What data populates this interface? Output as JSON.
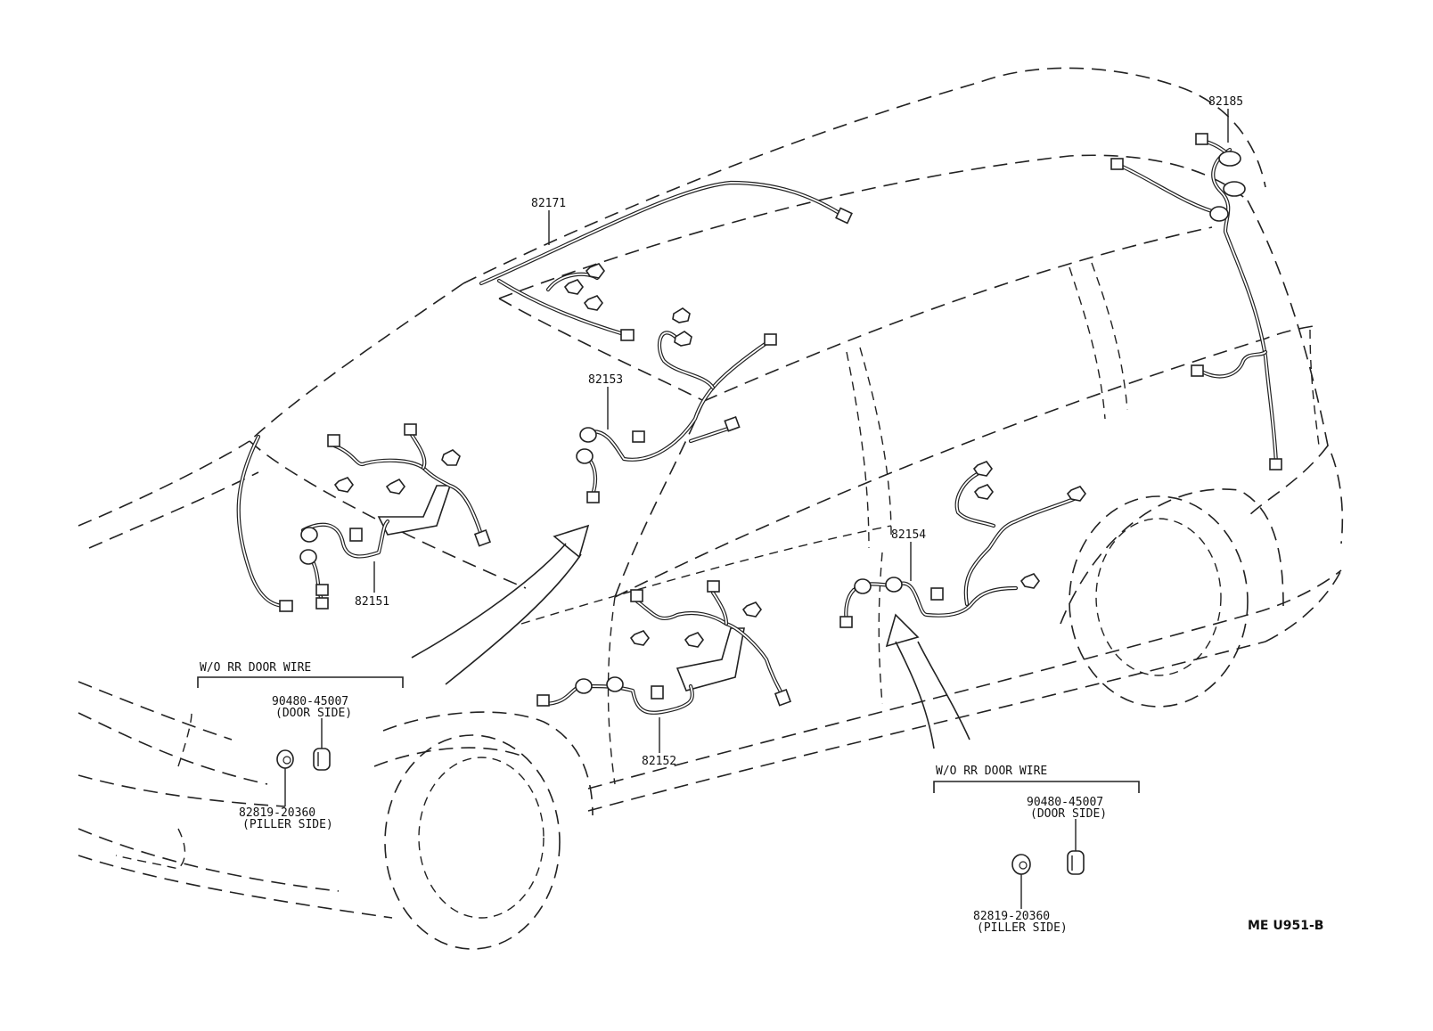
{
  "parts": {
    "p82171": "82171",
    "p82185": "82185",
    "p82153": "82153",
    "p82151": "82151",
    "p82152": "82152",
    "p82154": "82154"
  },
  "insets": [
    {
      "title": "W/O RR DOOR WIRE",
      "door_part": "90480-45007",
      "door_note": "(DOOR SIDE)",
      "piller_part": "82819-20360",
      "piller_note": "(PILLER SIDE)"
    },
    {
      "title": "W/O RR DOOR WIRE",
      "door_part": "90480-45007",
      "door_note": "(DOOR SIDE)",
      "piller_part": "82819-20360",
      "piller_note": "(PILLER SIDE)"
    }
  ],
  "figure_code": "ME U951-B"
}
